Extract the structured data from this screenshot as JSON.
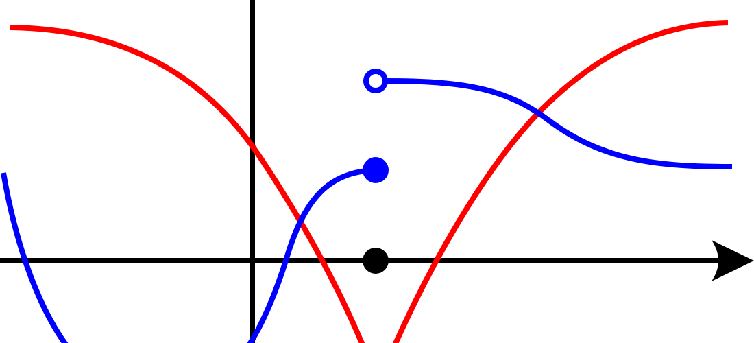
{
  "colors": {
    "axis": "#000000",
    "red_curve": "#ff0000",
    "blue_curve": "#0000ff",
    "background": "#ffffff"
  },
  "figure": {
    "type": "function-plot-with-jump-discontinuity",
    "curves": [
      "red-curve",
      "blue-curve-left",
      "blue-curve-right"
    ],
    "markers": [
      "closed-dot-blue",
      "open-dot-blue",
      "closed-dot-black-on-axis"
    ]
  }
}
